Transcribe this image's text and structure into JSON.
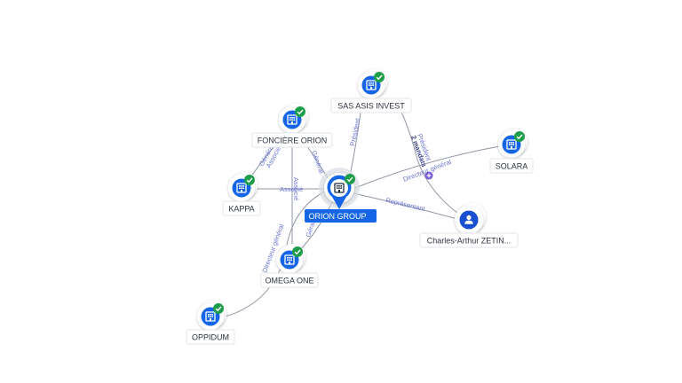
{
  "graph": {
    "center": {
      "label": "ORION GROUP",
      "type": "company",
      "verified": true,
      "accent": "#1565e6"
    },
    "nodes": [
      {
        "id": "sas_asis",
        "label": "SAS ASIS INVEST",
        "type": "company",
        "verified": true
      },
      {
        "id": "fonciere",
        "label": "FONCIÈRE ORION",
        "type": "company",
        "verified": true
      },
      {
        "id": "kappa",
        "label": "KAPPA",
        "type": "company",
        "verified": true
      },
      {
        "id": "solara",
        "label": "SOLARA",
        "type": "company",
        "verified": true
      },
      {
        "id": "omega",
        "label": "OMEGA ONE",
        "type": "company",
        "verified": true
      },
      {
        "id": "oppidum",
        "label": "OPPIDUM",
        "type": "company",
        "verified": true
      },
      {
        "id": "person",
        "label": "Charles-Arthur ZETIN...",
        "type": "person",
        "verified": false
      }
    ],
    "edges": [
      {
        "id": "e_asis_center",
        "label": "Président"
      },
      {
        "id": "e_fonciere_center",
        "label": "Général"
      },
      {
        "id": "e_fonciere_kappa",
        "label": "Général"
      },
      {
        "id": "e_fonciere_kappa_b",
        "label": "Associé"
      },
      {
        "id": "e_kappa_center",
        "label": "Associé"
      },
      {
        "id": "e_fonciere_omega",
        "label": "Associé"
      },
      {
        "id": "e_center_solara",
        "label": "Directeur général"
      },
      {
        "id": "e_center_person",
        "label": "Représentant"
      },
      {
        "id": "e_asis_person",
        "label": "Président"
      },
      {
        "id": "e_asis_person_count",
        "label": "2 mandats"
      },
      {
        "id": "e_center_omega",
        "label": "Gérant"
      },
      {
        "id": "e_omega_oppidum",
        "label": "Directeur général"
      }
    ]
  },
  "colors": {
    "icon_blue": "#1565e6",
    "verified_green": "#1e9e4a",
    "edge": "#8f96a3",
    "edge_label": "#6b74d9",
    "person_badge": "#7c5cd6"
  },
  "icons": {
    "company": "building-icon",
    "person": "person-icon",
    "verified": "check-badge-icon",
    "expand": "plus-icon"
  }
}
